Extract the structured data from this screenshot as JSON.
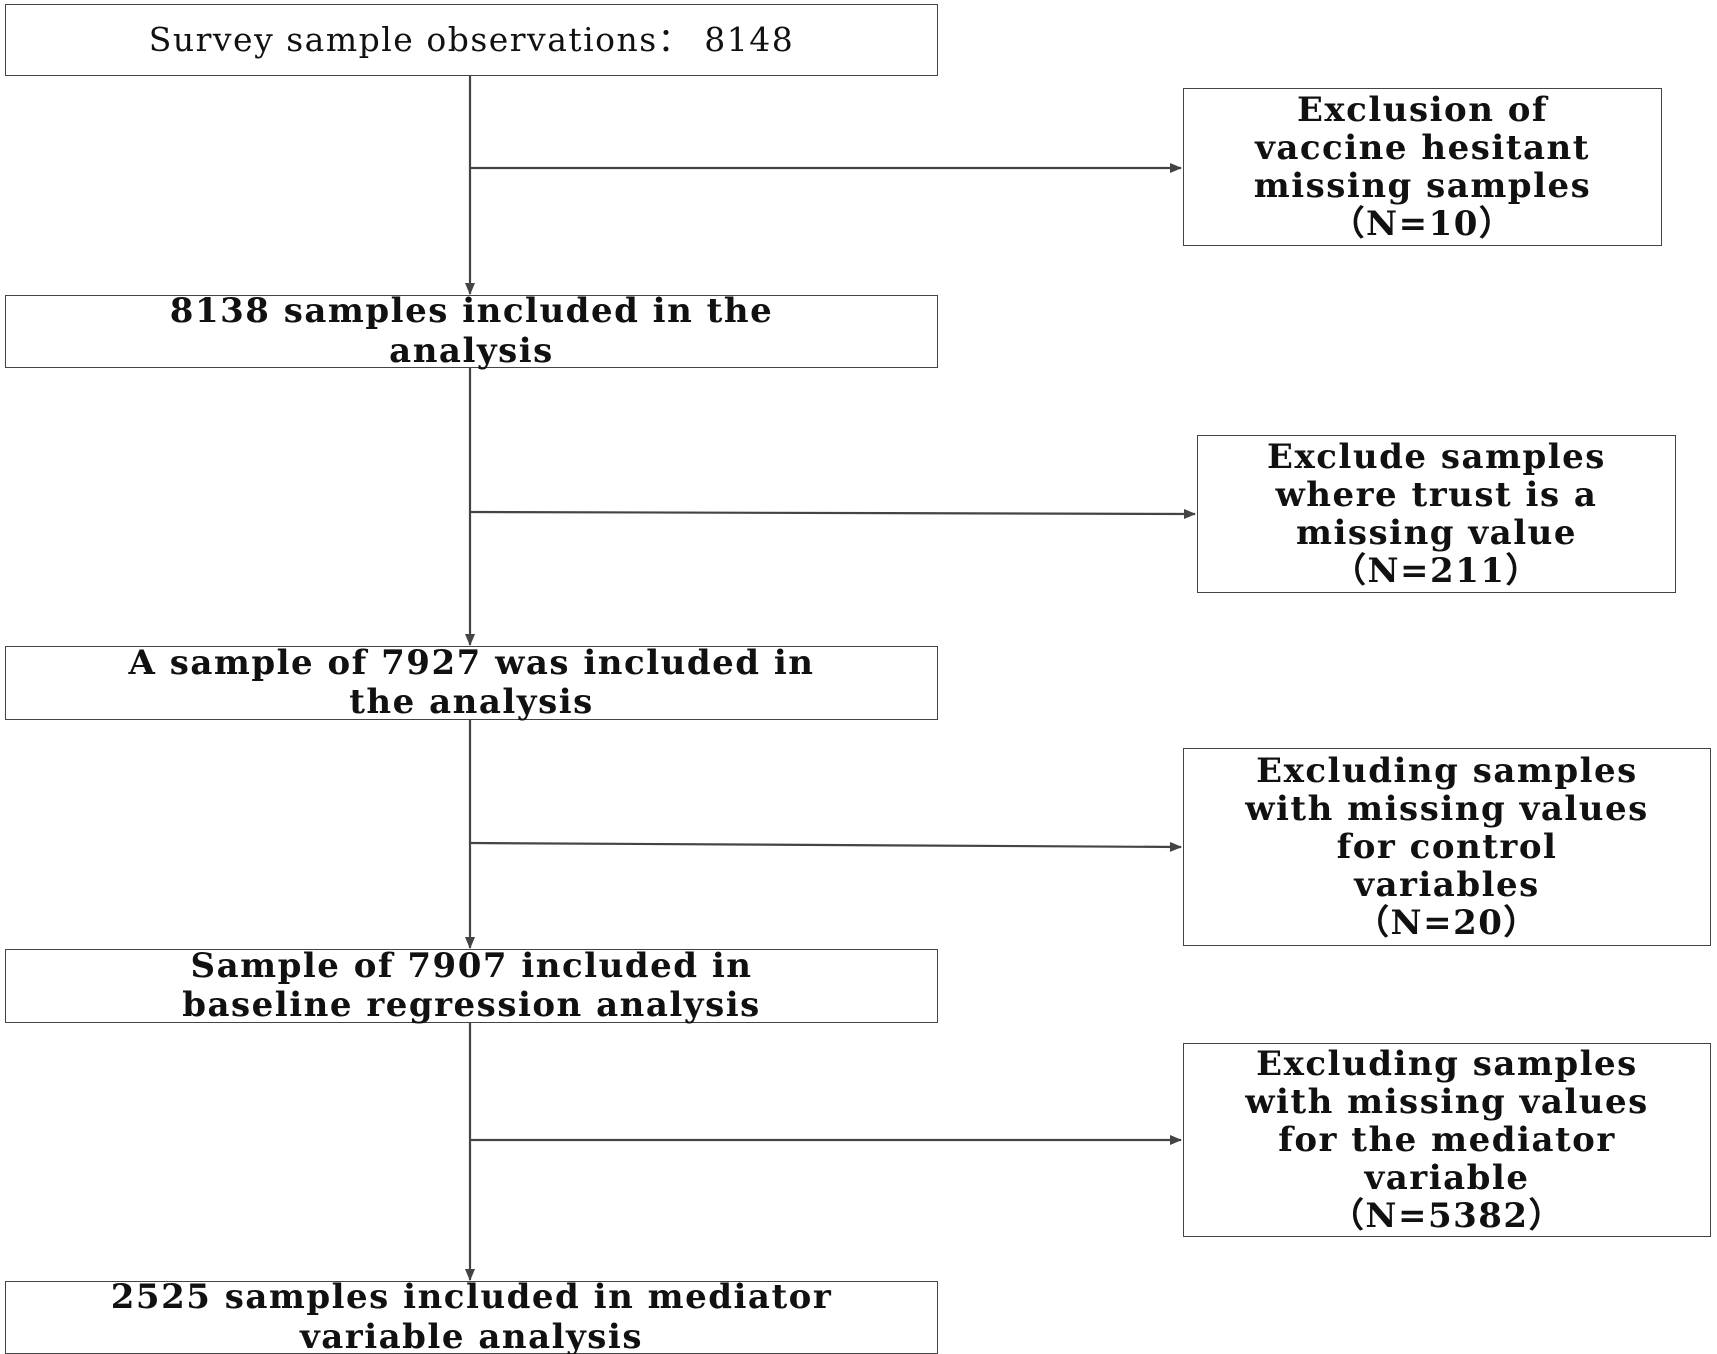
{
  "flow": {
    "main_boxes": [
      {
        "lines": [
          "Survey sample observations：  8148"
        ]
      },
      {
        "lines": [
          "8138 samples included in the",
          "analysis"
        ]
      },
      {
        "lines": [
          "A sample of 7927 was included in",
          "the analysis"
        ]
      },
      {
        "lines": [
          "Sample of 7907 included in",
          "baseline regression analysis"
        ]
      },
      {
        "lines": [
          "2525 samples included in mediator",
          "variable analysis"
        ]
      }
    ],
    "exclusion_boxes": [
      {
        "lines": [
          "Exclusion of",
          "vaccine hesitant",
          "missing samples",
          "（N=10）"
        ]
      },
      {
        "lines": [
          "Exclude samples",
          "where trust is a",
          "missing value",
          "（N=211）"
        ]
      },
      {
        "lines": [
          "Excluding samples",
          "with missing values",
          "for control",
          "variables",
          "（N=20）"
        ]
      },
      {
        "lines": [
          "Excluding samples",
          "with missing values",
          "for the mediator",
          "variable",
          "（N=5382）"
        ]
      }
    ]
  },
  "colors": {
    "line": "#444444",
    "border": "#444444",
    "text": "#111111",
    "background": "#ffffff"
  }
}
